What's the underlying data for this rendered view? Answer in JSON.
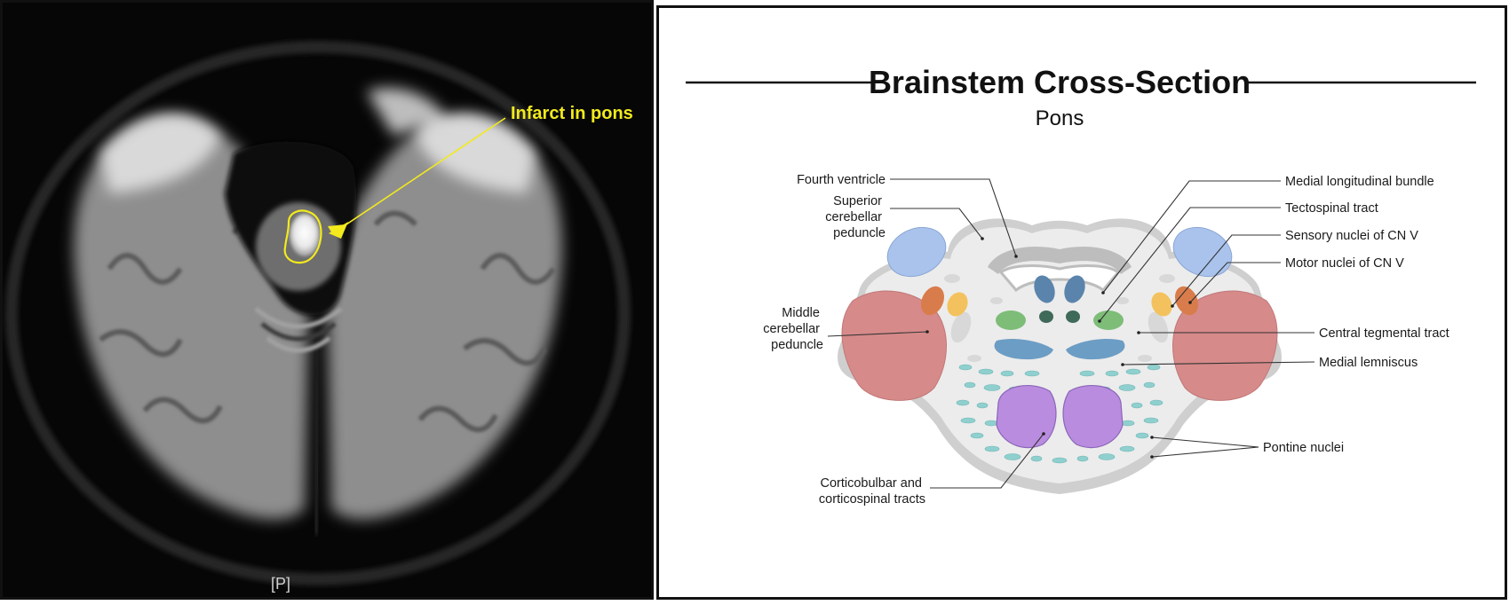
{
  "mri": {
    "annotation": "Infarct in pons",
    "orientation_marker": "[P]",
    "annotation_color": "#f2ea1d"
  },
  "diagram": {
    "title": "Brainstem Cross-Section",
    "subtitle": "Pons",
    "labels": {
      "fourth_ventricle": "Fourth ventricle",
      "superior_cerebellar_peduncle": [
        "Superior",
        "cerebellar",
        "peduncle"
      ],
      "middle_cerebellar_peduncle": [
        "Middle",
        "cerebellar",
        "peduncle"
      ],
      "corticobulbar_tracts": [
        "Corticobulbar and",
        "corticospinal tracts"
      ],
      "medial_longitudinal_bundle": "Medial longitudinal bundle",
      "tectospinal_tract": "Tectospinal tract",
      "sensory_nuclei_cn_v": "Sensory nuclei of CN V",
      "motor_nuclei_cn_v": "Motor nuclei of CN V",
      "central_tegmental_tract": "Central tegmental tract",
      "medial_lemniscus": "Medial lemniscus",
      "pontine_nuclei": "Pontine nuclei"
    },
    "colors": {
      "superior_cerebellar_peduncle": "#a9c3ec",
      "middle_cerebellar_peduncle": "#d78a8a",
      "medial_longitudinal_bundle": "#5a84ac",
      "tectospinal_tract": "#3f6a5a",
      "sensory_nuclei_cn_v": "#f3c25e",
      "motor_nuclei_cn_v": "#d97c4b",
      "central_tegmental_tract": "#7dbd78",
      "medial_lemniscus": "#6c9dc5",
      "corticospinal_tracts": "#b98ce0",
      "pontine_nuclei": "#8fd0cf"
    }
  }
}
